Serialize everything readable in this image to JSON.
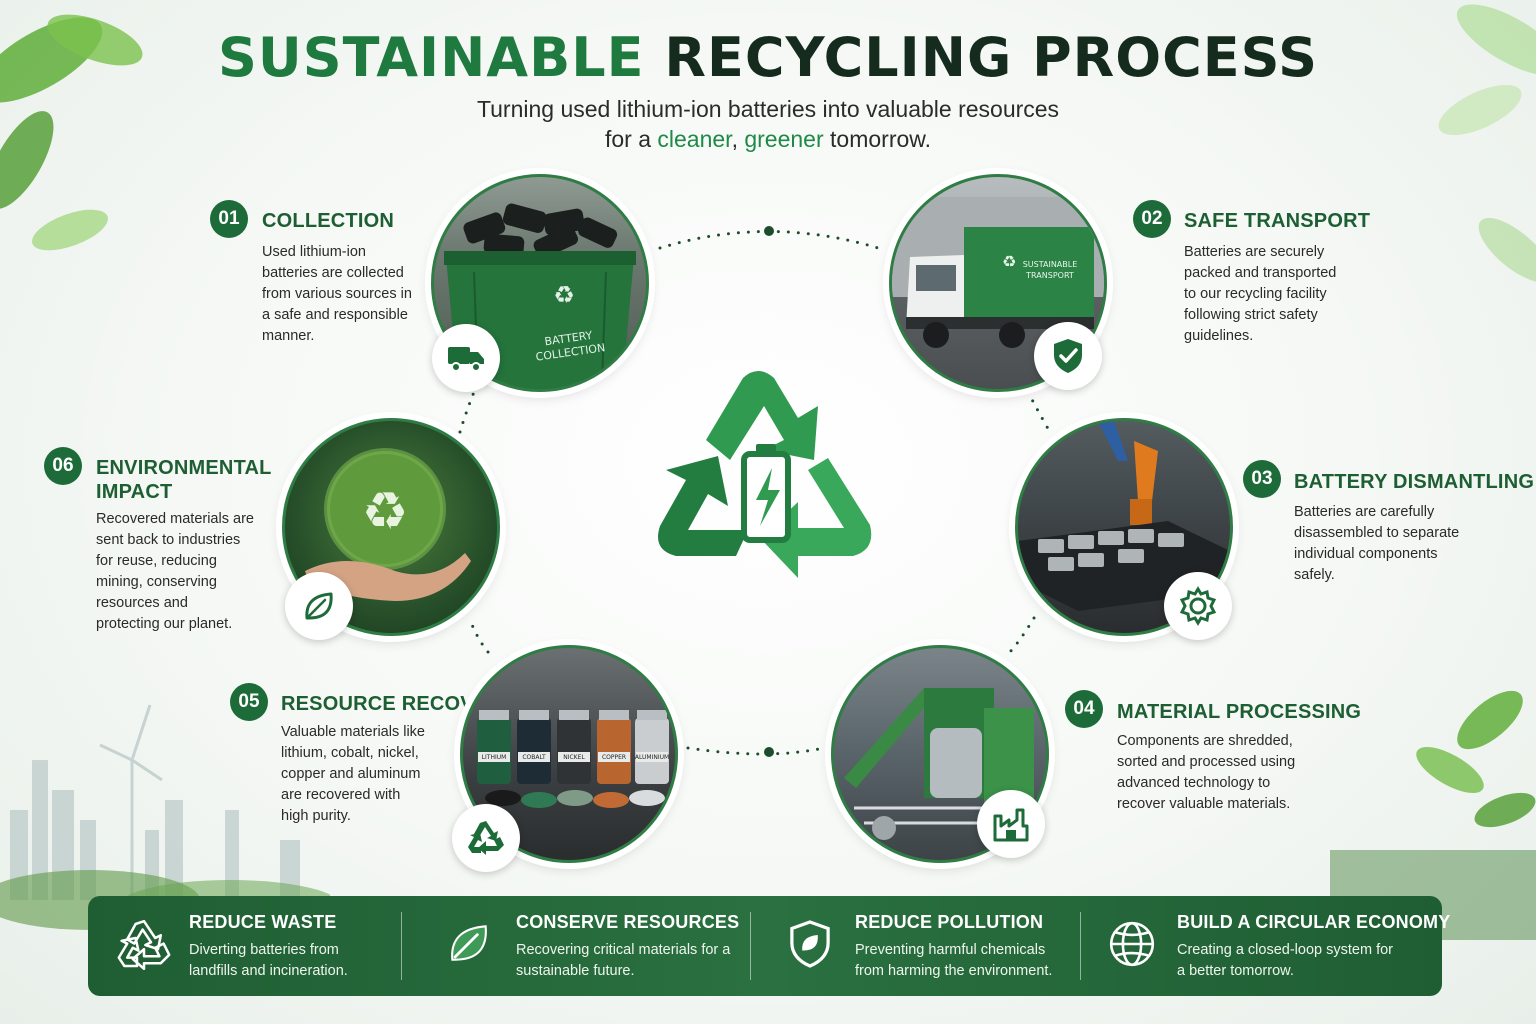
{
  "header": {
    "title_part1": "SUSTAINABLE",
    "title_part2": " RECYCLING PROCESS",
    "subtitle_line1": "Turning used lithium-ion batteries into valuable resources",
    "subtitle_pre": "for a ",
    "subtitle_hl1": "cleaner",
    "subtitle_mid": ", ",
    "subtitle_hl2": "greener",
    "subtitle_post": " tomorrow."
  },
  "steps": [
    {
      "num": "01",
      "title": "COLLECTION",
      "desc": "Used lithium-ion batteries are collected from various sources in a safe and responsible manner.",
      "icon": "truck-icon",
      "bin_label": "BATTERY COLLECTION"
    },
    {
      "num": "02",
      "title": "SAFE TRANSPORT",
      "desc": "Batteries are securely packed and transported to our recycling facility following strict safety guidelines.",
      "icon": "shield-check-icon",
      "truck_label": "SUSTAINABLE TRANSPORT"
    },
    {
      "num": "03",
      "title": "BATTERY DISMANTLING",
      "desc": "Batteries are carefully disassembled to separate individual components safely.",
      "icon": "gear-icon"
    },
    {
      "num": "04",
      "title": "MATERIAL PROCESSING",
      "desc": "Components are shredded, sorted and processed using advanced technology to recover valuable materials.",
      "icon": "factory-icon"
    },
    {
      "num": "05",
      "title": "RESOURCE RECOVERY",
      "desc": "Valuable materials like lithium, cobalt, nickel, copper and aluminum are recovered with high purity.",
      "icon": "recycle-icon",
      "jar_labels": [
        "LITHIUM",
        "COBALT",
        "NICKEL",
        "COPPER",
        "ALUMINIUM"
      ]
    },
    {
      "num": "06",
      "title": "ENVIRONMENTAL IMPACT",
      "desc": "Recovered materials are sent back to industries for reuse, reducing mining, conserving resources and protecting our planet.",
      "icon": "leaf-icon"
    }
  ],
  "benefits": [
    {
      "title": "REDUCE WASTE",
      "desc": "Diverting batteries from landfills and incineration.",
      "icon": "recycle-icon"
    },
    {
      "title": "CONSERVE RESOURCES",
      "desc": "Recovering critical materials for a sustainable future.",
      "icon": "leaf-icon"
    },
    {
      "title": "REDUCE POLLUTION",
      "desc": "Preventing harmful chemicals from harming the environment.",
      "icon": "shield-leaf-icon"
    },
    {
      "title": "BUILD A CIRCULAR ECONOMY",
      "desc": "Creating a closed-loop system for a better tomorrow.",
      "icon": "globe-icon"
    }
  ],
  "center_icon": "recycle-battery-icon",
  "colors": {
    "primary": "#1d6b39",
    "accent": "#2f9e52",
    "dark": "#152b1d",
    "bar": "#236638"
  }
}
